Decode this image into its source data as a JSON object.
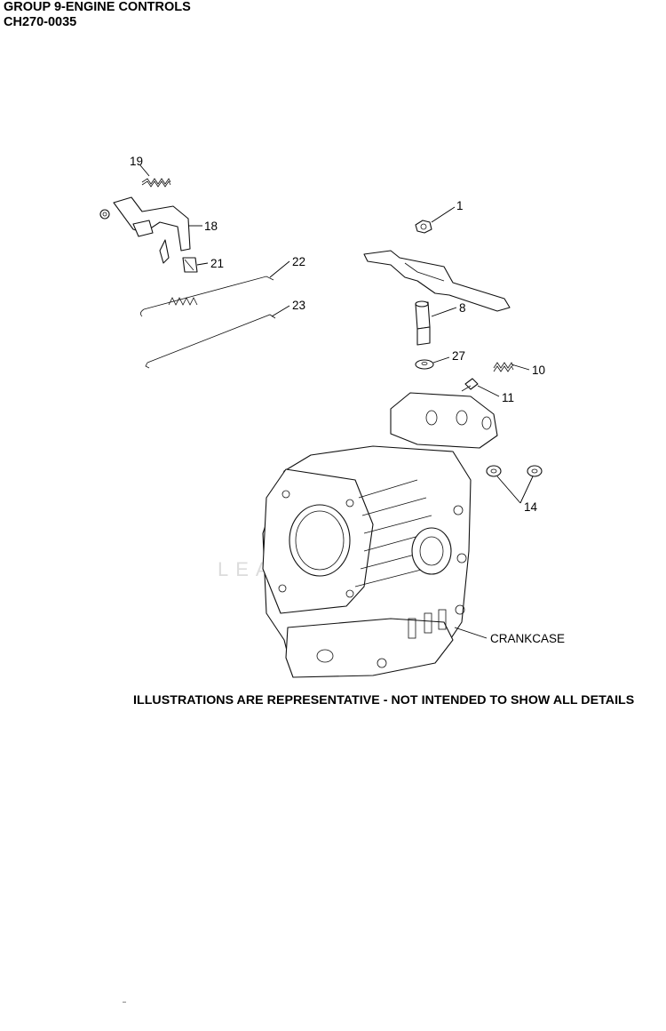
{
  "header": {
    "group_title": "GROUP 9-ENGINE CONTROLS",
    "model_code": "CH270-0035"
  },
  "diagram": {
    "callouts": [
      {
        "id": "19",
        "text": "19"
      },
      {
        "id": "18",
        "text": "18"
      },
      {
        "id": "21",
        "text": "21"
      },
      {
        "id": "22",
        "text": "22"
      },
      {
        "id": "23",
        "text": "23"
      },
      {
        "id": "1",
        "text": "1"
      },
      {
        "id": "8",
        "text": "8"
      },
      {
        "id": "27",
        "text": "27"
      },
      {
        "id": "10",
        "text": "10"
      },
      {
        "id": "11",
        "text": "11"
      },
      {
        "id": "14",
        "text": "14"
      },
      {
        "id": "crankcase",
        "text": "CRANKCASE"
      }
    ],
    "watermark": "LEADVENTURE"
  },
  "footnote": "ILLUSTRATIONS ARE REPRESENTATIVE - NOT INTENDED TO SHOW ALL DETAILS"
}
